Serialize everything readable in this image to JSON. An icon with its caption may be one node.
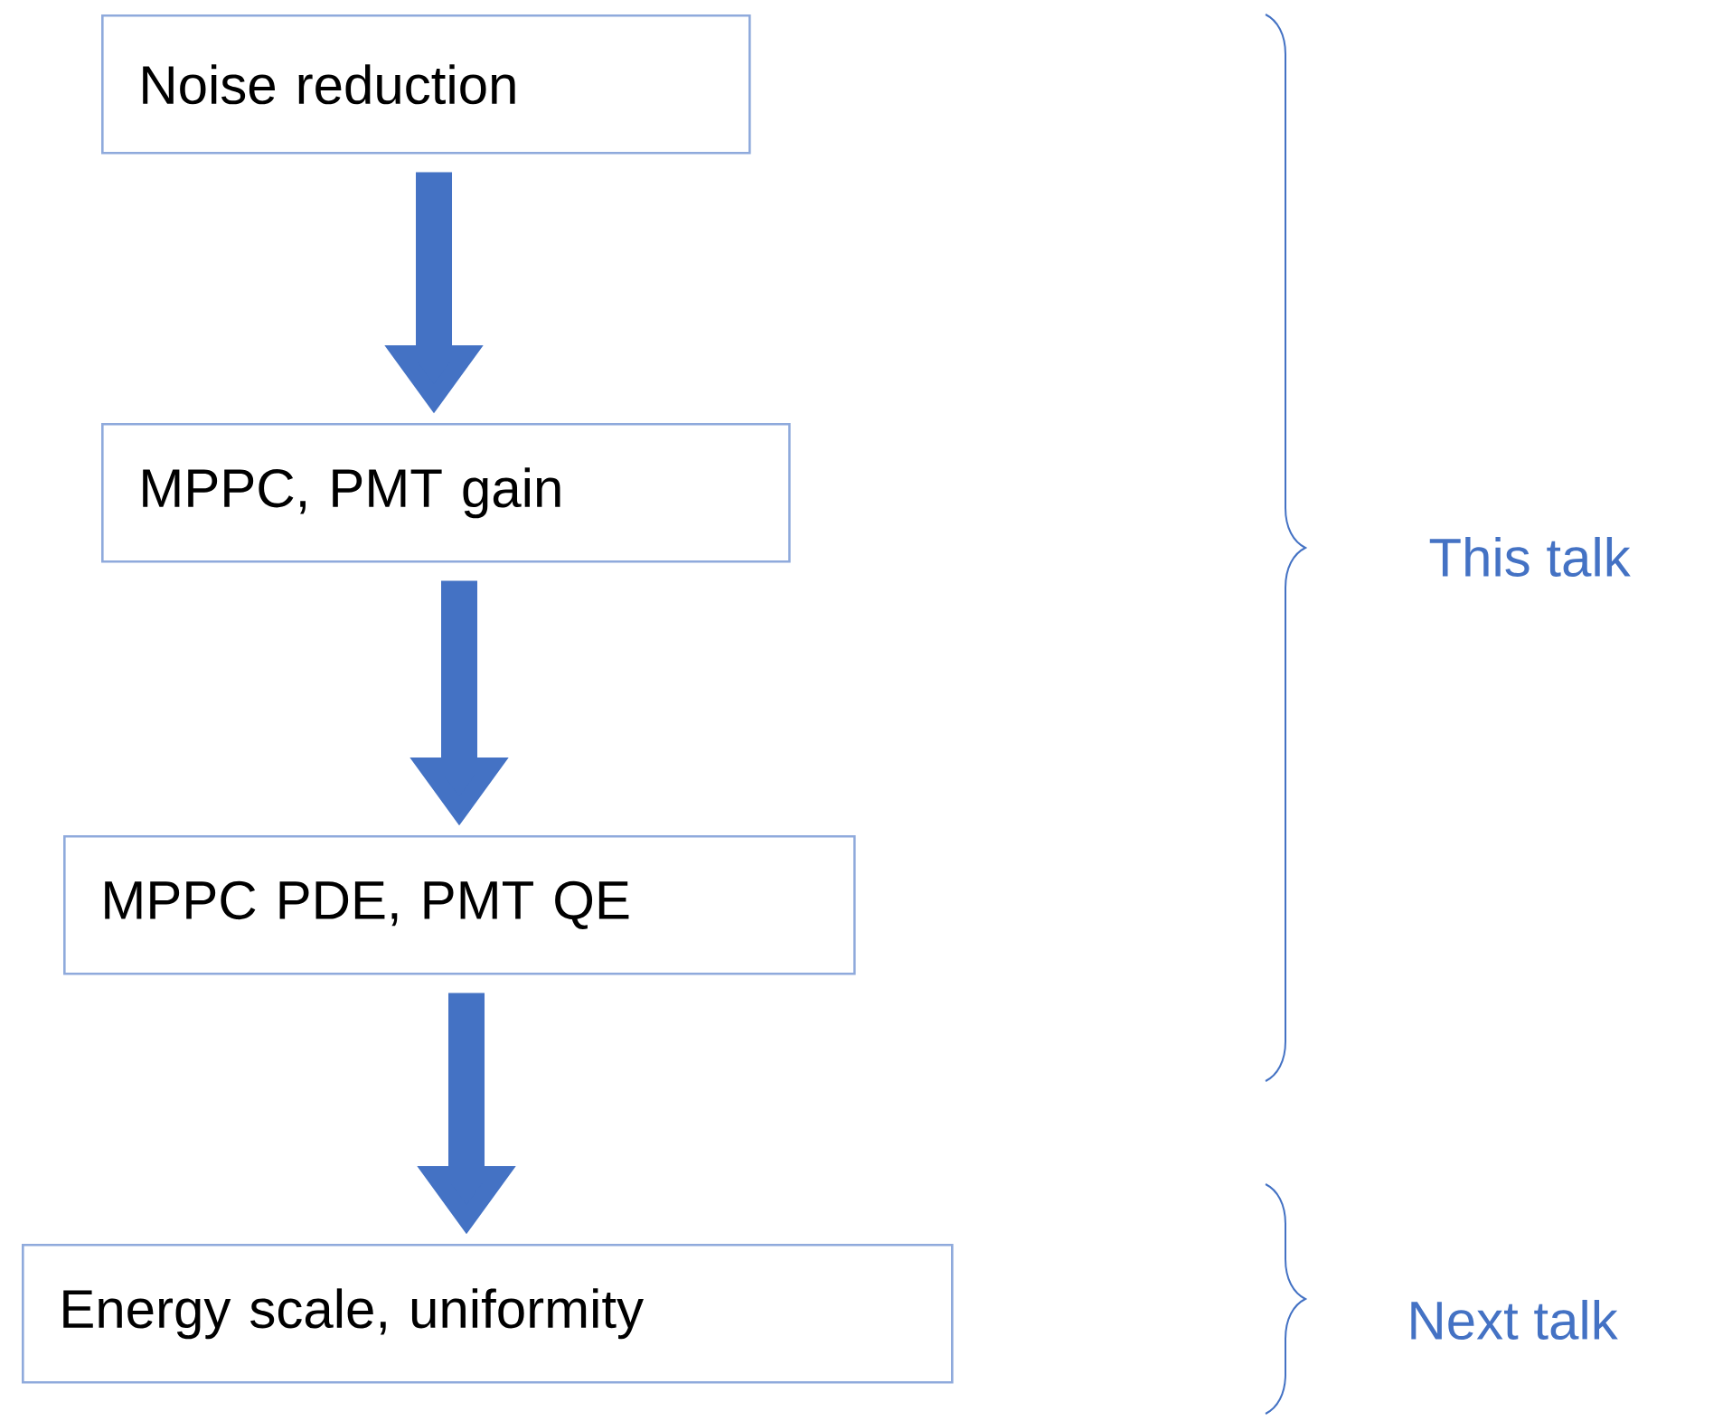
{
  "diagram": {
    "nodes": [
      {
        "text": [
          "Noise reduction"
        ]
      },
      {
        "text": [
          "MPPC, PMT gain"
        ]
      },
      {
        "text": [
          "MPPC PDE, PMT QE"
        ]
      },
      {
        "text": [
          "Energy scale, uniformity"
        ]
      }
    ],
    "edges": [
      {
        "from": 0,
        "to": 1,
        "arrow": "to"
      },
      {
        "from": 1,
        "to": 2,
        "arrow": "to"
      },
      {
        "from": 2,
        "to": 3,
        "arrow": "to"
      }
    ],
    "labels": [
      "This talk",
      "Next talk"
    ]
  }
}
